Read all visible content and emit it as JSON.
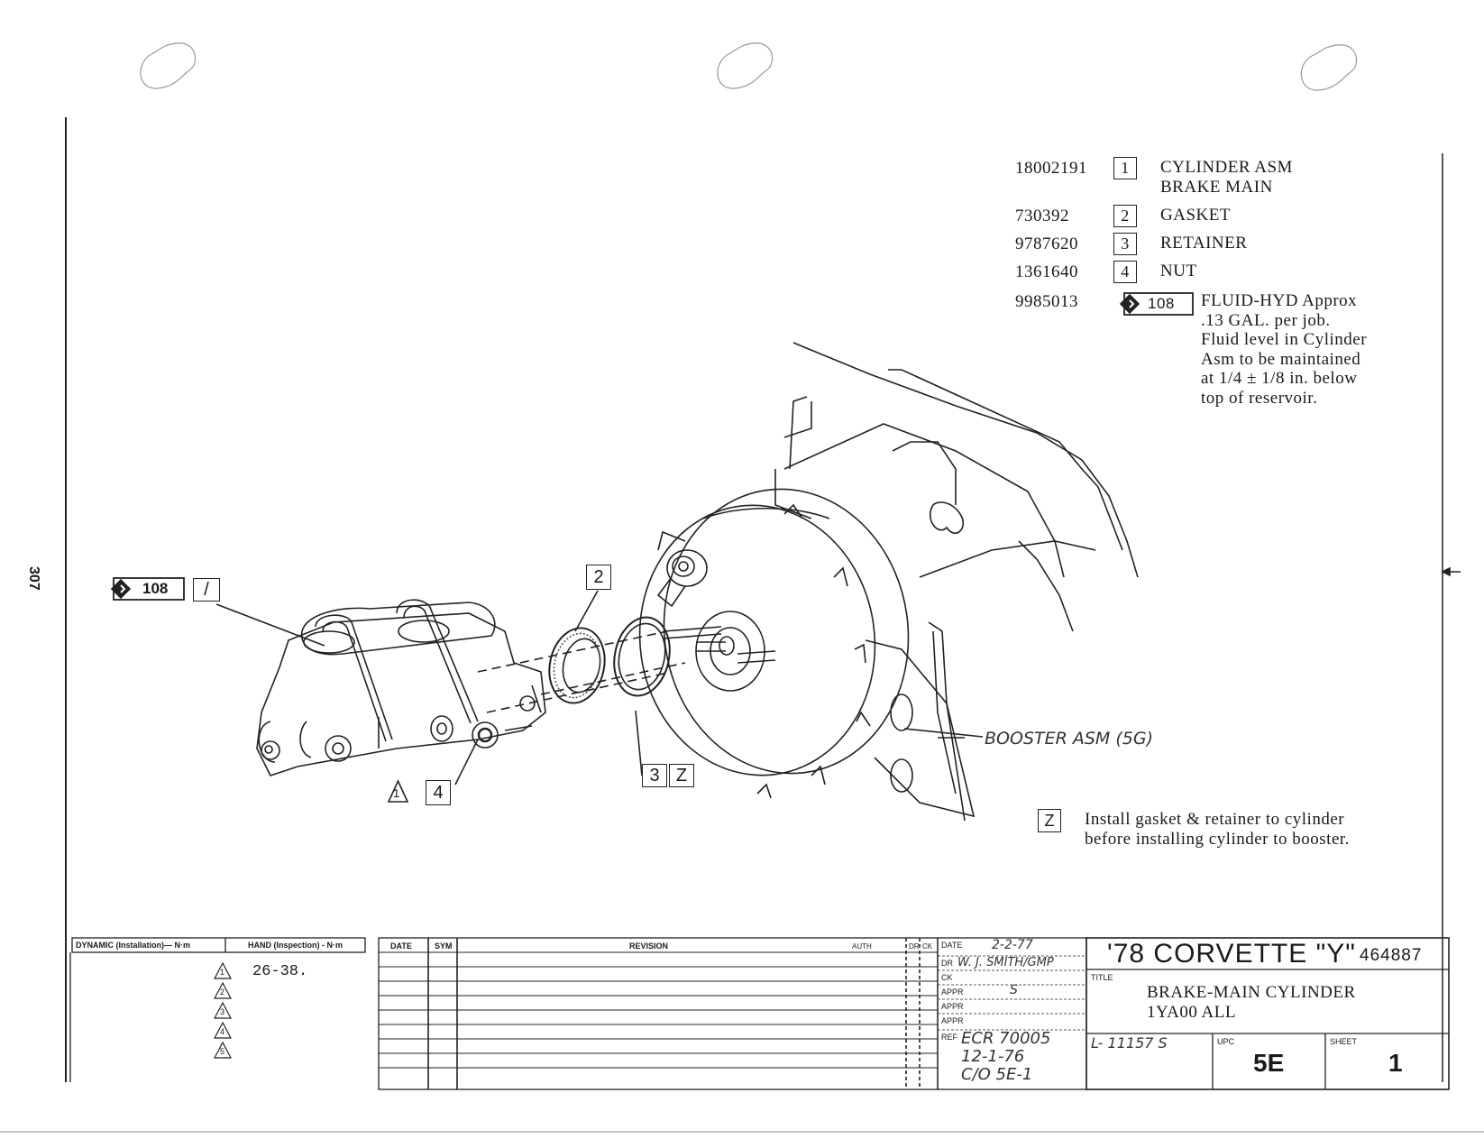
{
  "page_number": "307",
  "parts_list": [
    {
      "part_no": "18002191",
      "ref": "1",
      "desc": "CYLINDER ASM",
      "desc2": "BRAKE MAIN"
    },
    {
      "part_no": "730392",
      "ref": "2",
      "desc": "GASKET"
    },
    {
      "part_no": "9787620",
      "ref": "3",
      "desc": "RETAINER"
    },
    {
      "part_no": "1361640",
      "ref": "4",
      "desc": "NUT"
    }
  ],
  "fluid": {
    "part_no": "9985013",
    "ref": "108",
    "lines": [
      "FLUID-HYD  Approx",
      ".13 GAL. per job.",
      "Fluid level in Cylinder",
      "Asm to be maintained",
      "at 1/4 ± 1/8 in. below",
      "top of reservoir."
    ]
  },
  "callouts": {
    "fluid_tag": "108",
    "cyl_ref": "/",
    "gasket_ref": "2",
    "retainer_ref": "3",
    "note_ref": "Z",
    "nut_triangle": "1",
    "nut_ref": "4",
    "booster_label": "BOOSTER ASM (5G)"
  },
  "note": {
    "ref": "Z",
    "lines": [
      "Install gasket & retainer to cylinder",
      "before installing cylinder to booster."
    ]
  },
  "torque_table": {
    "dynamic_header": "DYNAMIC (Installation)— N·m",
    "hand_header": "HAND (Inspection) - N·m",
    "rows": [
      {
        "tri": "1",
        "value": "26-38."
      },
      {
        "tri": "2",
        "value": ""
      },
      {
        "tri": "3",
        "value": ""
      },
      {
        "tri": "4",
        "value": ""
      },
      {
        "tri": "5",
        "value": ""
      }
    ]
  },
  "revision_table": {
    "date_header": "DATE",
    "sym_header": "SYM",
    "revision_header": "REVISION",
    "auth_header": "AUTH",
    "dr_header": "DR",
    "ck_header": "CK"
  },
  "approvals": {
    "date_label": "DATE",
    "date_value": "2-2-77",
    "dr_label": "DR",
    "dr_value": "W. J. SMITH/GMP",
    "ck_label": "CK",
    "ck_value": "",
    "appr_label": "APPR",
    "appr_value": "S",
    "appr2_label": "APPR",
    "appr3_label": "APPR",
    "ref_label": "REF",
    "ref_lines": [
      "ECR 70005",
      "12-1-76",
      "C/O 5E-1"
    ]
  },
  "title_block": {
    "model": "'78 CORVETTE \"Y\"",
    "doc_no": "464887",
    "title_label": "TITLE",
    "title_lines": [
      "BRAKE-MAIN CYLINDER",
      "1YA00 ALL"
    ],
    "ref_code": "L- 11157 S",
    "upc_label": "UPC",
    "upc_value": "5E",
    "sheet_label": "SHEET",
    "sheet_value": "1"
  }
}
